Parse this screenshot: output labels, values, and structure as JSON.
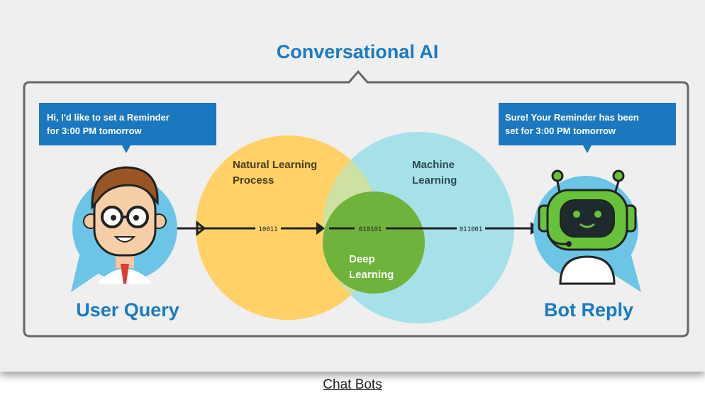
{
  "title": "Conversational AI",
  "user": {
    "message": [
      "Hi, I'd like to set a Reminder",
      "for 3:00 PM tomorrow"
    ],
    "label": "User Query"
  },
  "bot": {
    "message": [
      "Sure! Your Reminder has been",
      "set for 3:00 PM tomorrow"
    ],
    "label": "Bot Reply"
  },
  "circles": {
    "nlp": [
      "Natural Learning",
      "Process"
    ],
    "ml": [
      "Machine",
      "Learning"
    ],
    "dl": [
      "Deep",
      "Learning"
    ]
  },
  "bits": [
    "10011",
    "010101",
    "011001"
  ],
  "caption": "Chat Bots",
  "colors": {
    "title_blue": "#1a7bc4",
    "bubble_blue": "#1b77be",
    "nlp_yellow": "#ffd166",
    "ml_cyan": "#a6e0e8",
    "dl_green": "#6fb33c",
    "robot_green": "#67c23a",
    "frame_gray": "#666666"
  },
  "icons": {
    "user": "user-avatar-icon",
    "bot": "robot-icon",
    "arrow": "arrow-right-icon"
  }
}
